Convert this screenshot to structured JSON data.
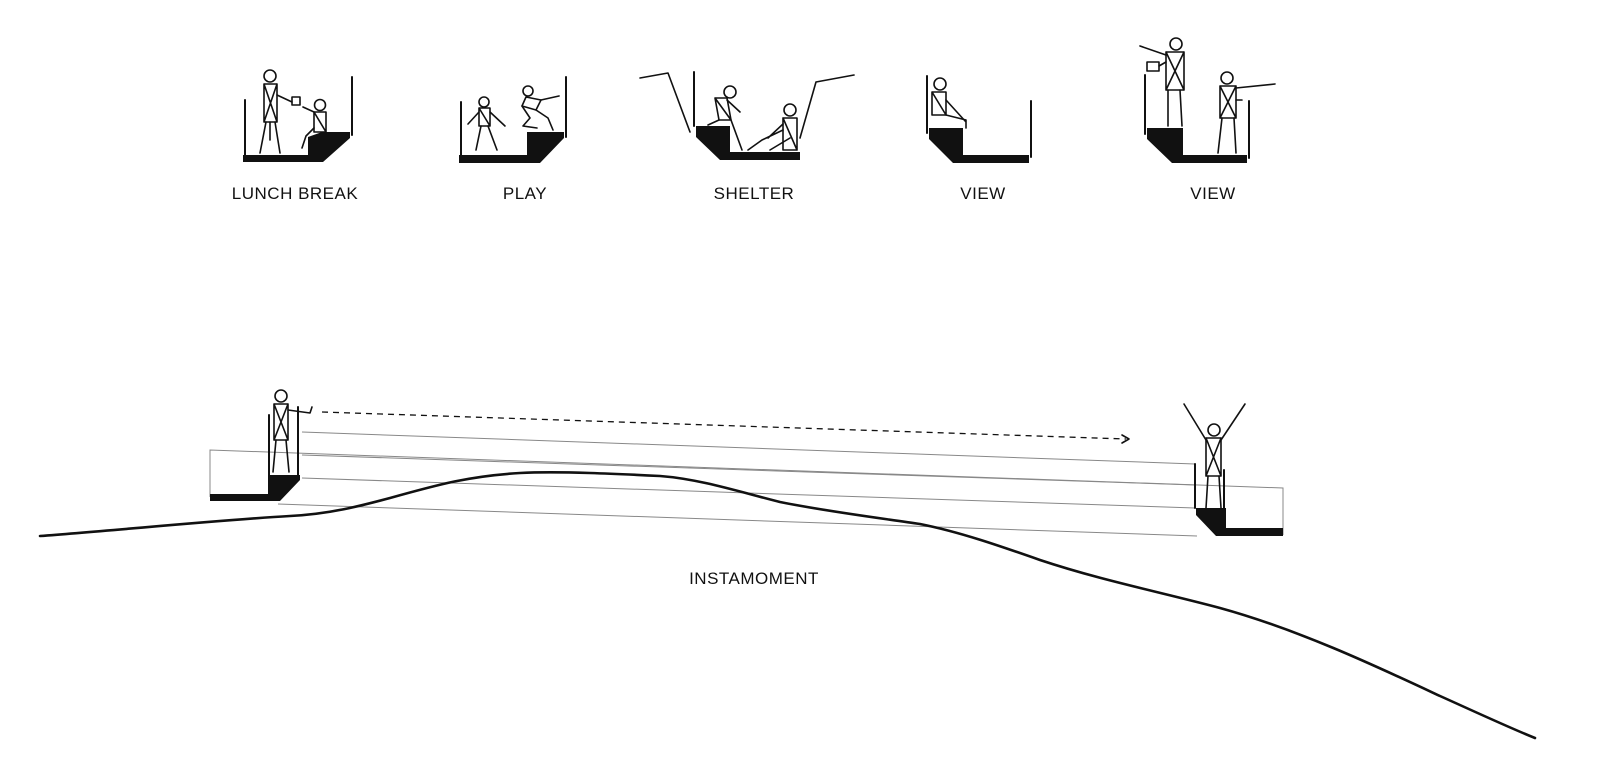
{
  "scenarios": [
    {
      "label": "LUNCH BREAK"
    },
    {
      "label": "PLAY"
    },
    {
      "label": "SHELTER"
    },
    {
      "label": "VIEW"
    },
    {
      "label": "VIEW"
    }
  ],
  "main_section": {
    "label": "INSTAMOMENT"
  },
  "colors": {
    "ink": "#111111",
    "faint": "#888888",
    "background": "#ffffff"
  }
}
